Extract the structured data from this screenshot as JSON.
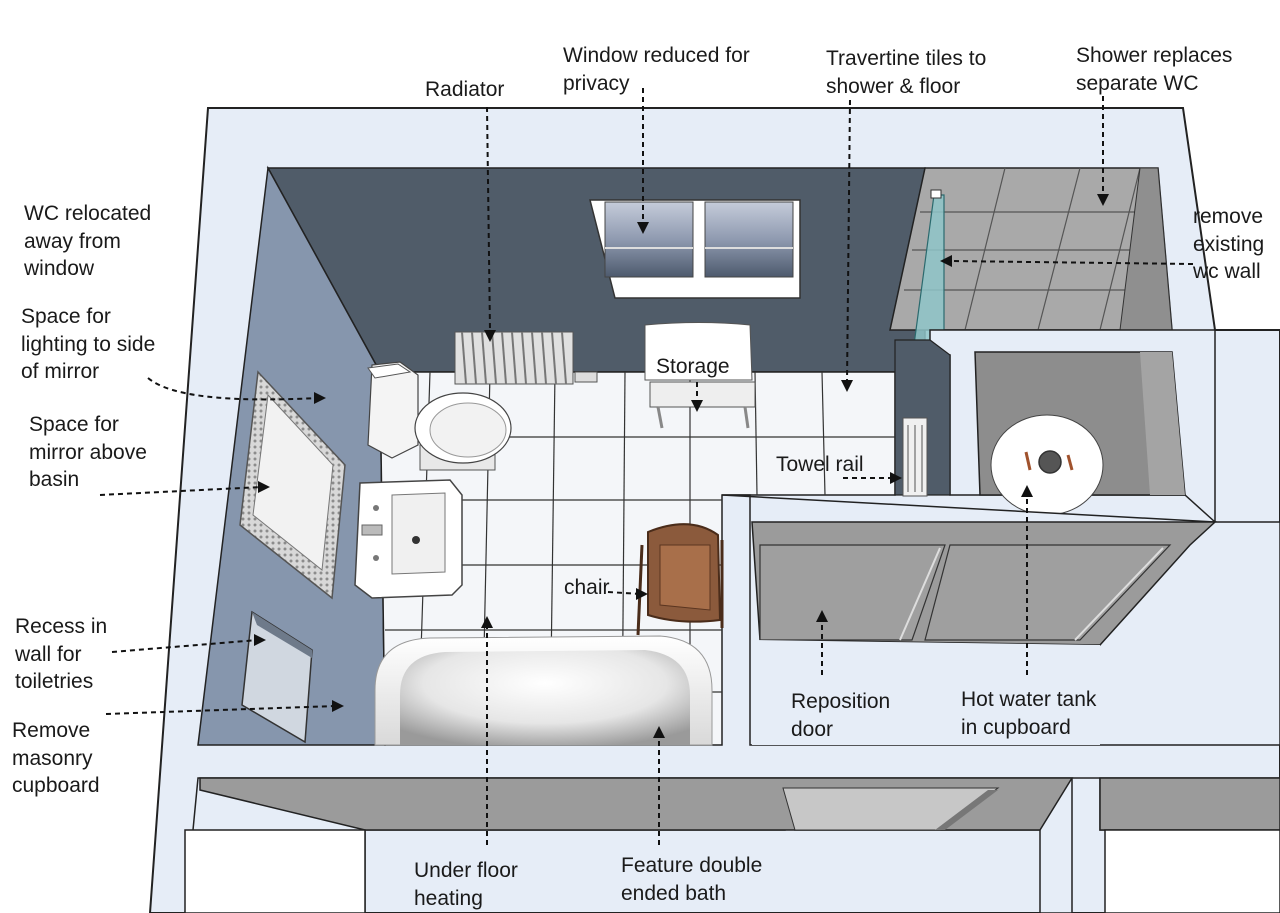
{
  "annotations": {
    "radiator": "Radiator",
    "window": "Window reduced for\nprivacy",
    "travertine": "Travertine tiles to\nshower & floor",
    "shower": "Shower replaces\nseparate WC",
    "wc": "WC relocated\naway from\nwindow",
    "remove_wc_wall": "remove\nexisting\nwc wall",
    "lighting": "Space for\nlighting to side\nof mirror",
    "mirror": "Space for\nmirror above\nbasin",
    "storage": "Storage",
    "towel_rail": "Towel rail",
    "chair": "chair",
    "recess": "Recess in\nwall for\ntoiletries",
    "masonry": "Remove\nmasonry\ncupboard",
    "reposition_door": "Reposition\ndoor",
    "hot_water": "Hot water tank\nin cupboard",
    "underfloor": "Under floor\nheating",
    "bath": "Feature double\nended bath"
  },
  "colors": {
    "wall_top": "#e8eef8",
    "back_wall": "#4f5b68",
    "left_wall": "#8798ae",
    "floor_tile": "#f4f6f9",
    "grout": "#3a3a3a",
    "shower_tile": "#a8a8a8",
    "cupboard": "#9a9a9a",
    "glass": "#8fc6c9"
  },
  "icons": [
    "toilet-icon",
    "basin-icon",
    "radiator-icon",
    "bath-icon",
    "chair-icon",
    "storage-bench-icon",
    "hot-water-tank-icon",
    "towel-rail-icon",
    "mirror-icon",
    "window-icon"
  ]
}
